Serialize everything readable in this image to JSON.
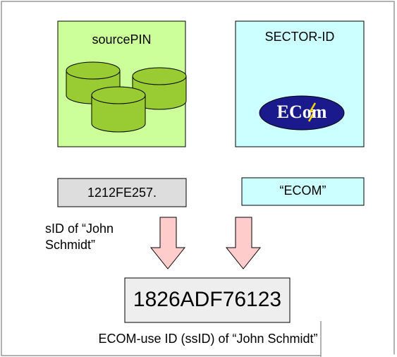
{
  "diagram": {
    "source_box": {
      "label": "sourcePIN",
      "fill": "#CCFF99",
      "cylinder_fill": "#99CC33"
    },
    "sector_box": {
      "label": "SECTOR-ID",
      "fill": "#CCFFFF",
      "logo_text": "ECom",
      "logo_fill": "#1A1A8C"
    },
    "sid_box": {
      "value": "1212FE257.",
      "fill": "#DDDDDD"
    },
    "sector_value_box": {
      "value": "“ECOM”",
      "fill": "#CCFFFF"
    },
    "sid_caption": {
      "line1": "sID of “John",
      "line2": "Schmidt”"
    },
    "arrow_fill": "#FFCCCC",
    "result_box": {
      "value": "1826ADF76123",
      "fill": "#EEEEEE"
    },
    "result_caption": "ECOM-use ID (ssID) of “John Schmidt”"
  }
}
